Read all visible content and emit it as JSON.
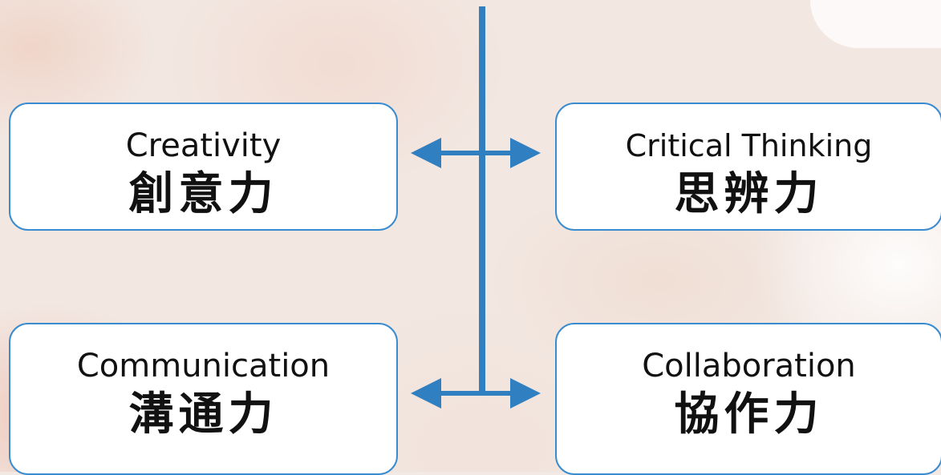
{
  "colors": {
    "accent": "#2f7fc1",
    "box_border": "#3a8cd0",
    "box_fill": "#ffffff",
    "text": "#111111"
  },
  "boxes": {
    "creativity": {
      "en": "Creativity",
      "zh": "創意力"
    },
    "critical_thinking": {
      "en": "Critical Thinking",
      "zh": "思辨力"
    },
    "communication": {
      "en": "Communication",
      "zh": "溝通力"
    },
    "collaboration": {
      "en": "Collaboration",
      "zh": "協作力"
    }
  }
}
